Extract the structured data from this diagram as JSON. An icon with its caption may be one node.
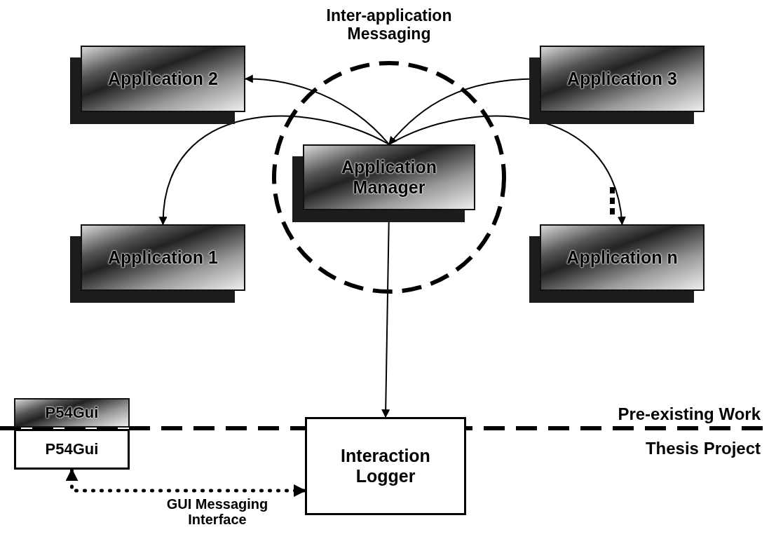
{
  "diagram": {
    "nodes": [
      {
        "text": [
          "Inter-application Messaging"
        ]
      },
      {
        "text": [
          "Application 2"
        ]
      },
      {
        "text": [
          "Application 3"
        ]
      },
      {
        "text": [
          "Application Manager"
        ],
        "in": 0
      },
      {
        "text": [
          "Application 1"
        ]
      },
      {
        "text": [
          "Application n"
        ]
      },
      {
        "text": [
          "P54Gui"
        ]
      },
      {
        "text": [
          "P54Gui"
        ]
      },
      {
        "text": [
          "Interaction Logger"
        ]
      }
    ],
    "edges": [
      {
        "from": 3,
        "to": 1,
        "arrow": "to"
      },
      {
        "from": 2,
        "to": 3,
        "arrow": "to"
      },
      {
        "from": 3,
        "to": 4,
        "arrow": "to"
      },
      {
        "from": 3,
        "to": 5,
        "arrow": "to"
      },
      {
        "from": 3,
        "to": 8,
        "arrow": "to"
      },
      {
        "from": 7,
        "to": 8,
        "arrow": "both",
        "style": "dashed",
        "label": "GUI Messaging Interface"
      }
    ],
    "labels": [
      "Pre-existing Work",
      "Thesis Project"
    ]
  }
}
